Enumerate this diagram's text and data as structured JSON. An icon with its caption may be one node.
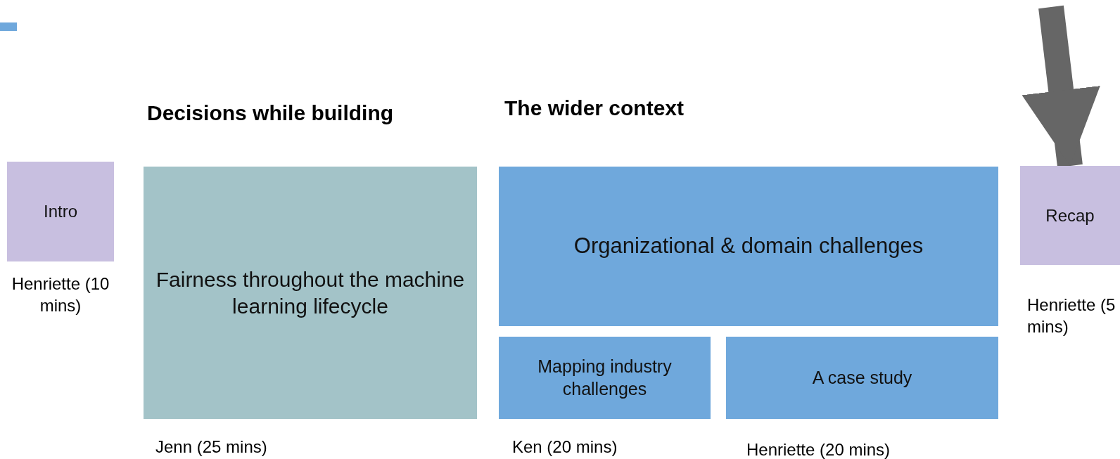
{
  "diagram": {
    "nodes": [
      {
        "text": [
          "Intro"
        ],
        "beside": [
          "Henriette (10 mins)"
        ]
      },
      {
        "text": [
          "Decisions while building",
          "Fairness throughout the machine learning lifecycle"
        ],
        "beside": [
          "Jenn (25 mins)"
        ]
      },
      {
        "text": [
          "The wider context",
          "Organizational & domain challenges"
        ]
      },
      {
        "text": [
          "Mapping industry challenges"
        ],
        "beside": [
          "Ken (20 mins)"
        ]
      },
      {
        "text": [
          "A case study"
        ],
        "beside": [
          "Henriette (20 mins)"
        ]
      },
      {
        "text": [
          "Recap"
        ],
        "beside": [
          "Henriette (5 mins)"
        ]
      }
    ],
    "edges": [
      {
        "from": null,
        "to": 5,
        "arrow": "to"
      }
    ]
  }
}
